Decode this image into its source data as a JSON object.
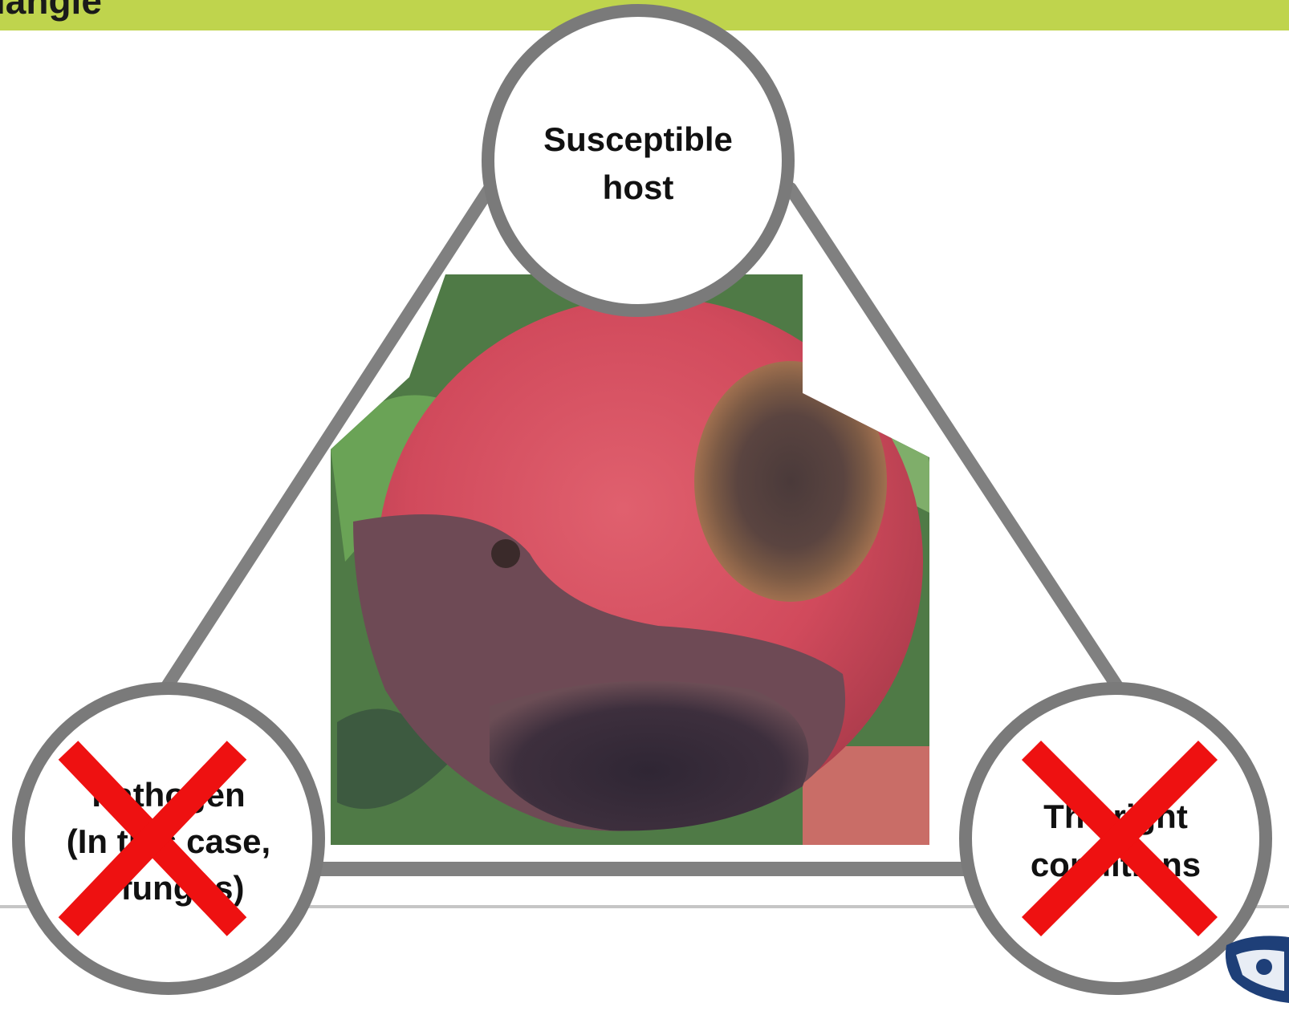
{
  "header": {
    "title": "iangle"
  },
  "nodes": {
    "host": {
      "lines": [
        "Susceptible",
        "host"
      ],
      "crossed_out": false
    },
    "pathogen": {
      "lines": [
        "Pathogen",
        "(In this case,",
        "a fungus)"
      ],
      "crossed_out": true
    },
    "conditions": {
      "lines": [
        "The right",
        "conditions"
      ],
      "crossed_out": true
    }
  },
  "photo": {
    "subject": "apple-with-fungal-rot-lesions"
  },
  "colors": {
    "header_band": "#bfd44d",
    "triangle_stroke": "#808080",
    "circle_stroke": "#7a7a7a",
    "cross": "#ee1111"
  },
  "logo": {
    "name": "university-shield-logo"
  }
}
